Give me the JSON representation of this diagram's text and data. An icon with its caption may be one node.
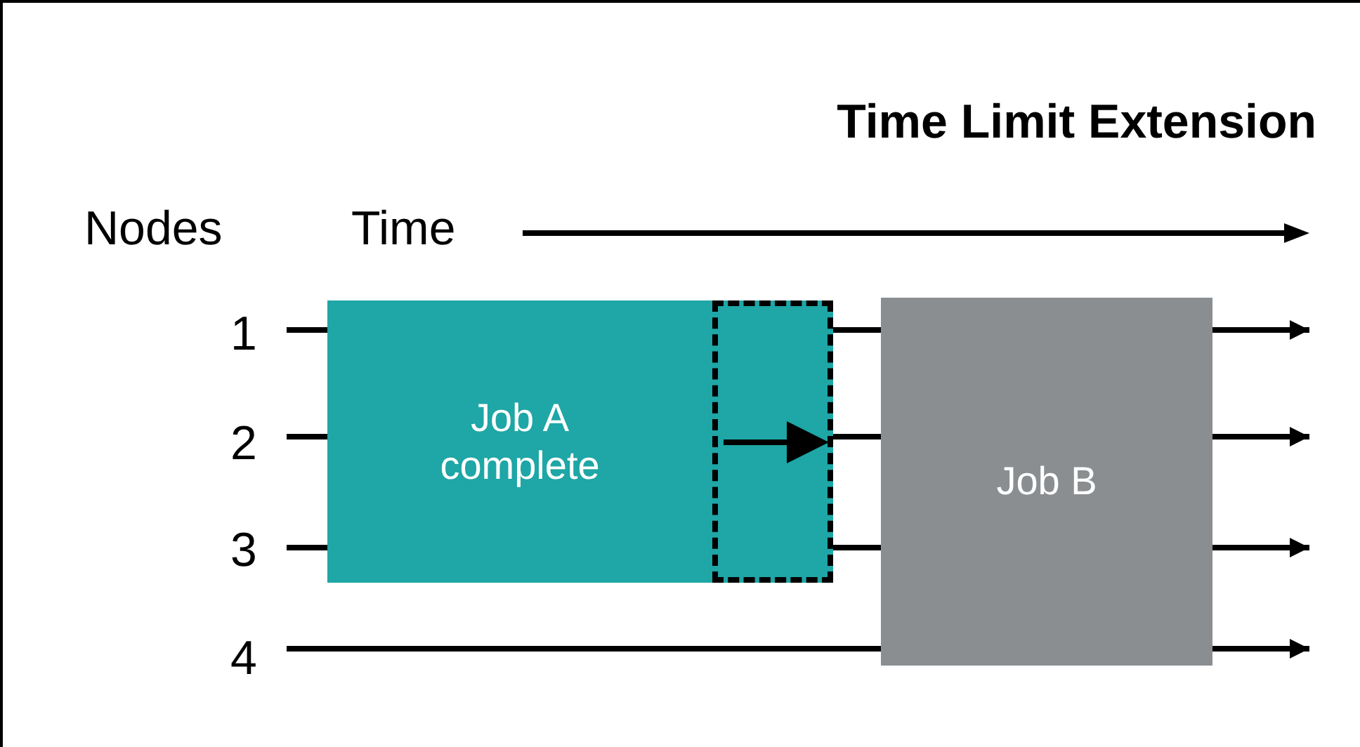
{
  "diagram": {
    "title": "Time Limit Extension",
    "nodes": [
      {
        "text": [
          "Job A complete"
        ]
      },
      {
        "text": [],
        "shape": "box",
        "in": 0
      },
      {
        "text": [
          "Job B"
        ]
      },
      {
        "text": [
          "1"
        ]
      },
      {
        "text": [
          "2"
        ]
      },
      {
        "text": [
          "3"
        ]
      },
      {
        "text": [
          "4"
        ]
      }
    ],
    "edges": [
      {
        "from": 3,
        "to": null,
        "arrow": "to"
      },
      {
        "from": 4,
        "to": null,
        "arrow": "to"
      },
      {
        "from": 5,
        "to": null,
        "arrow": "to"
      },
      {
        "from": 6,
        "to": null,
        "arrow": "to"
      }
    ],
    "labels": [
      "Nodes",
      "Time"
    ]
  }
}
